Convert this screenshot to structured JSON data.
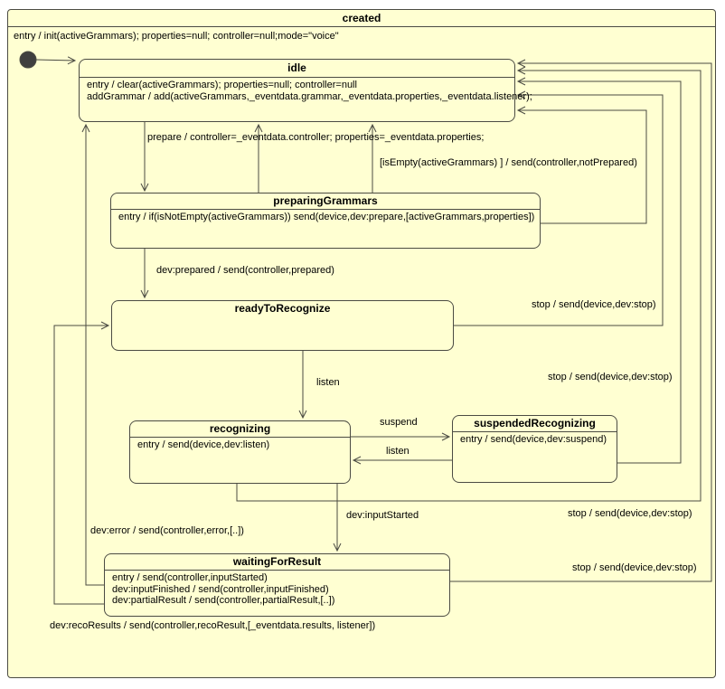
{
  "colors": {
    "canvas": "#ffffff",
    "fill": "#ffffd2",
    "line": "#4b4b43",
    "text": "#000000",
    "initial": "#3f3f3f"
  },
  "created": {
    "title": "created",
    "entry": "entry / init(activeGrammars); properties=null; controller=null;mode=\"voice\""
  },
  "states": {
    "idle": {
      "title": "idle",
      "body": [
        "entry / clear(activeGrammars); properties=null; controller=null",
        "addGrammar / add(activeGrammars,_eventdata.grammar,_eventdata.properties,_eventdata.listener);"
      ]
    },
    "preparingGrammars": {
      "title": "preparingGrammars",
      "body": [
        "entry / if(isNotEmpty(activeGrammars)) send(device,dev:prepare,[activeGrammars,properties])"
      ]
    },
    "readyToRecognize": {
      "title": "readyToRecognize",
      "body": []
    },
    "recognizing": {
      "title": "recognizing",
      "body": [
        "entry / send(device,dev:listen)"
      ]
    },
    "suspendedRecognizing": {
      "title": "suspendedRecognizing",
      "body": [
        "entry / send(device,dev:suspend)"
      ]
    },
    "waitingForResult": {
      "title": "waitingForResult",
      "body": [
        "entry / send(controller,inputStarted)",
        "dev:inputFinished / send(controller,inputFinished)",
        "dev:partialResult / send(controller,partialResult,[..])"
      ]
    }
  },
  "labels": {
    "prepare": "prepare / controller=_eventdata.controller; properties=_eventdata.properties;",
    "is_empty": "[isEmpty(activeGrammars) ] / send(controller,notPrepared)",
    "dev_prepared": "dev:prepared / send(controller,prepared)",
    "listen_down": "listen",
    "stop_ready": "stop / send(device,dev:stop)",
    "stop_suspended": "stop / send(device,dev:stop)",
    "suspend": "suspend",
    "listen_back": "listen",
    "stop_recognizing": "stop / send(device,dev:stop)",
    "dev_input_started": "dev:inputStarted",
    "dev_error": "dev:error / send(controller,error,[..])",
    "stop_waiting": "stop / send(device,dev:stop)",
    "dev_reco_results": "dev:recoResults / send(controller,recoResult,[_eventdata.results, listener])"
  }
}
